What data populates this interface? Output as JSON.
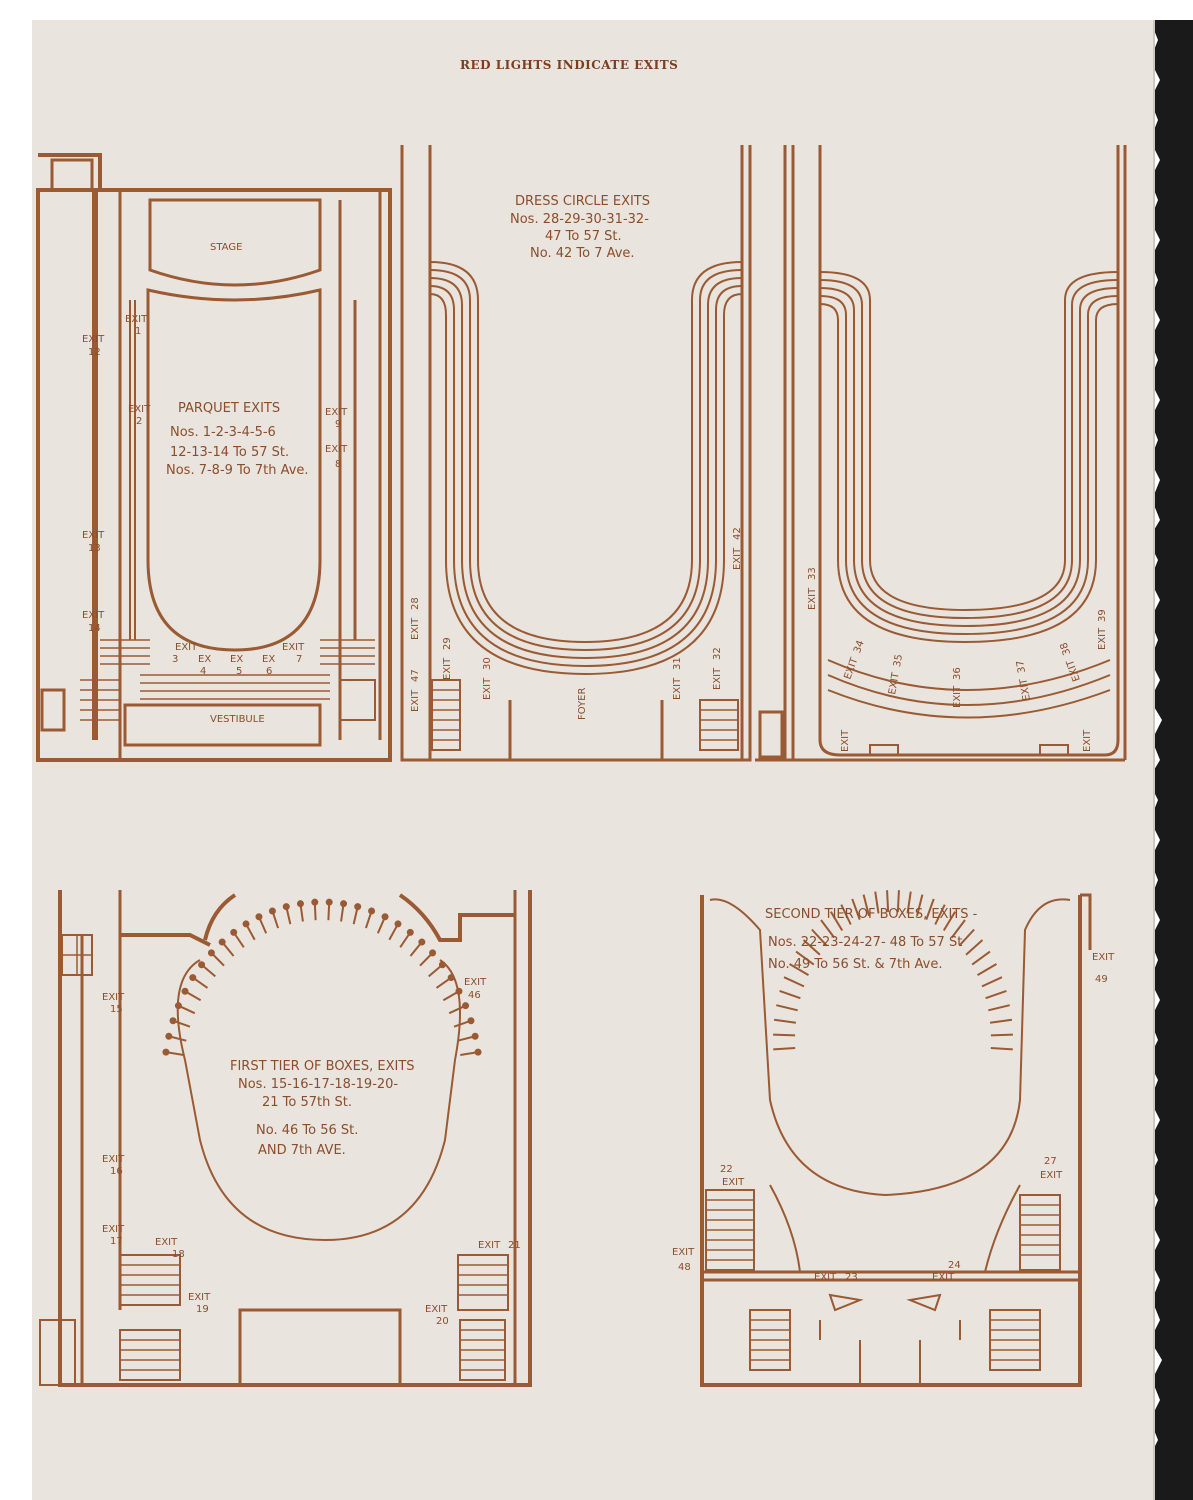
{
  "page": {
    "title": "RED LIGHTS INDICATE EXITS",
    "colors": {
      "paper": "#e9e4de",
      "ink": "#9a5a33",
      "torn_edge": "#1a1a1a"
    }
  },
  "parquet": {
    "stage_label": "STAGE",
    "vestibule_label": "VESTIBULE",
    "caption": [
      "PARQUET EXITS",
      "Nos. 1-2-3-4-5-6",
      "12-13-14 To 57 St.",
      "Nos. 7-8-9 To 7th Ave."
    ],
    "exits": [
      {
        "word": "EXIT",
        "num": "1"
      },
      {
        "word": "EXIT",
        "num": "12"
      },
      {
        "word": "EXIT",
        "num": "2"
      },
      {
        "word": "EXIT",
        "num": "9"
      },
      {
        "word": "EXIT",
        "num": "8"
      },
      {
        "word": "EXIT",
        "num": "13"
      },
      {
        "word": "EXIT",
        "num": "14"
      },
      {
        "word": "EXIT",
        "num": "3"
      },
      {
        "word": "EX",
        "num": "4"
      },
      {
        "word": "EX",
        "num": "5"
      },
      {
        "word": "EX",
        "num": "6"
      },
      {
        "word": "EXIT",
        "num": "7"
      }
    ]
  },
  "dress_circle": {
    "caption": [
      "DRESS CIRCLE EXITS",
      "Nos. 28-29-30-31-32-",
      "47 To 57 St.",
      "No. 42 To 7 Ave."
    ],
    "foyer_label": "FOYER",
    "exits": [
      {
        "word": "EXIT",
        "num": "42"
      },
      {
        "word": "EXIT",
        "num": "28"
      },
      {
        "word": "EXIT",
        "num": "47"
      },
      {
        "word": "EXIT",
        "num": "29"
      },
      {
        "word": "EXIT",
        "num": "30"
      },
      {
        "word": "EXIT",
        "num": "31"
      },
      {
        "word": "EXIT",
        "num": "32"
      }
    ]
  },
  "balcony": {
    "exits": [
      {
        "word": "EXIT",
        "num": "33"
      },
      {
        "word": "EXIT",
        "num": "34"
      },
      {
        "word": "EXIT",
        "num": "35"
      },
      {
        "word": "EXIT",
        "num": "36"
      },
      {
        "word": "EXIT",
        "num": "37"
      },
      {
        "word": "EXIT",
        "num": "38"
      },
      {
        "word": "EXIT",
        "num": "39"
      },
      {
        "word": "EXIT",
        "num": ""
      },
      {
        "word": "EXIT",
        "num": ""
      }
    ]
  },
  "first_tier": {
    "caption": [
      "FIRST TIER OF BOXES, EXITS",
      "Nos. 15-16-17-18-19-20-",
      "21 To 57th St.",
      "No. 46 To 56 St.",
      "AND 7th AVE."
    ],
    "exits": [
      {
        "word": "EXIT",
        "num": "15"
      },
      {
        "word": "EXIT",
        "num": "46"
      },
      {
        "word": "EXIT",
        "num": "16"
      },
      {
        "word": "EXIT",
        "num": "17"
      },
      {
        "word": "EXIT",
        "num": "18"
      },
      {
        "word": "EXIT",
        "num": "21"
      },
      {
        "word": "EXIT",
        "num": "19"
      },
      {
        "word": "EXIT",
        "num": "20"
      }
    ]
  },
  "second_tier": {
    "caption": [
      "SECOND TIER OF BOXES, EXITS -",
      "Nos. 22-23-24-27- 48 To 57 St",
      "No. 49 To 56 St. & 7th Ave."
    ],
    "exits": [
      {
        "word": "EXIT",
        "num": "49"
      },
      {
        "word": "EXIT",
        "num": "22"
      },
      {
        "word": "EXIT",
        "num": "27"
      },
      {
        "word": "EXIT",
        "num": "48"
      },
      {
        "word": "EXIT",
        "num": "23"
      },
      {
        "word": "EXIT",
        "num": "24"
      }
    ]
  }
}
